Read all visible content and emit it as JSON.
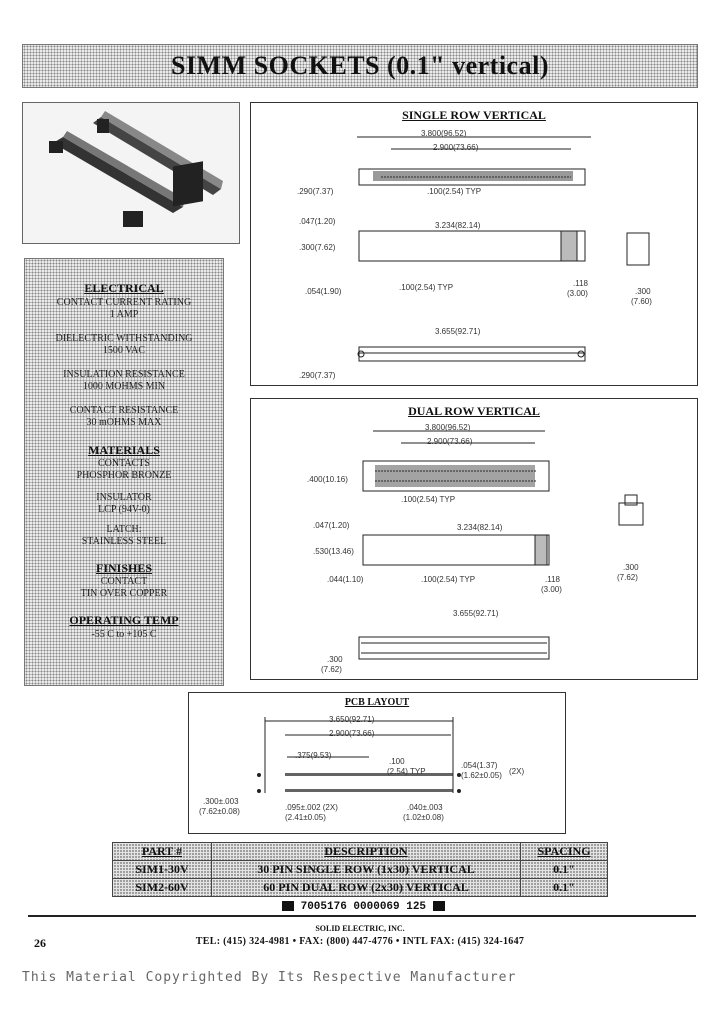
{
  "title": "SIMM SOCKETS (0.1\" vertical)",
  "specs": {
    "electrical_heading": "ELECTRICAL",
    "current_label": "CONTACT CURRENT RATING",
    "current_value": "1 AMP",
    "dielectric_label": "DIELECTRIC WITHSTANDING",
    "dielectric_value": "1500 VAC",
    "insulation_label": "INSULATION RESISTANCE",
    "insulation_value": "1000 MOHMS MIN",
    "contact_res_label": "CONTACT RESISTANCE",
    "contact_res_value": "30 mOHMS MAX",
    "materials_heading": "MATERIALS",
    "contacts_label": "CONTACTS",
    "contacts_value": "PHOSPHOR BRONZE",
    "insulator_label": "INSULATOR",
    "insulator_value": "LCP (94V-0)",
    "latch_label": "LATCH:",
    "latch_value": "STAINLESS STEEL",
    "finishes_heading": "FINISHES",
    "finish_contact_label": "CONTACT",
    "finish_contact_value": "TIN OVER COPPER",
    "temp_heading": "OPERATING TEMP",
    "temp_value": "-55 C to +105 C"
  },
  "single_row": {
    "title": "SINGLE ROW VERTICAL",
    "dims": {
      "overall": "3.800(96.52)",
      "body": "2.900(73.66)",
      "pitch": ".100(2.54) TYP",
      "left_h": ".290(7.37)",
      "side1": ".047(1.20)",
      "length": "3.234(82.14)",
      "side2": ".300(7.62)",
      "pitch2": ".100(2.54) TYP",
      "low": ".054(1.90)",
      "pin": ".118",
      "pin_mm": "(3.00)",
      "wide": ".300",
      "wide_mm": "(7.60)",
      "bottom_len": "3.655(92.71)",
      "bottom_h": ".290(7.37)"
    }
  },
  "dual_row": {
    "title": "DUAL ROW VERTICAL",
    "dims": {
      "overall": "3.800(96.52)",
      "body": "2.900(73.66)",
      "pitch": ".100(2.54) TYP",
      "height": ".400(10.16)",
      "side1": ".047(1.20)",
      "length": "3.234(82.14)",
      "mid": ".530(13.46)",
      "low": ".044(1.10)",
      "pitch2": ".100(2.54) TYP",
      "pin": ".118",
      "pin_mm": "(3.00)",
      "wide": ".300",
      "wide_mm": "(7.62)",
      "bottom_len": "3.655(92.71)",
      "bottom_h": ".300",
      "bottom_h_mm": "(7.62)"
    }
  },
  "pcb": {
    "title": "PCB LAYOUT",
    "dims": {
      "overall": "3.650(92.71)",
      "body": "2.900(73.66)",
      "offset": ".375(9.53)",
      "pitch": ".100",
      "pitch_mm": "(2.54) TYP",
      "hole": ".054(1.37)",
      "hole_mm": "(1.62±0.05)",
      "two_x": "(2X)",
      "row": ".300±.003",
      "row_mm": "(7.62±0.08)",
      "peg": ".095±.002 (2X)",
      "peg_mm": "(2.41±0.05)",
      "drill": ".040±.003",
      "drill_mm": "(1.02±0.08)"
    }
  },
  "table": {
    "headers": [
      "PART #",
      "DESCRIPTION",
      "SPACING"
    ],
    "rows": [
      [
        "SIM1-30V",
        "30 PIN SINGLE ROW (1x30) VERTICAL",
        "0.1\""
      ],
      [
        "SIM2-60V",
        "60 PIN DUAL ROW (2x30) VERTICAL",
        "0.1\""
      ]
    ]
  },
  "barcode_text": "7005176 0000069 125",
  "page_number": "26",
  "company": "SOLID ELECTRIC, INC.",
  "contact": "TEL: (415) 324-4981 • FAX: (800) 447-4776 • INTL FAX: (415) 324-1647",
  "copyright": "This Material Copyrighted By Its Respective Manufacturer"
}
